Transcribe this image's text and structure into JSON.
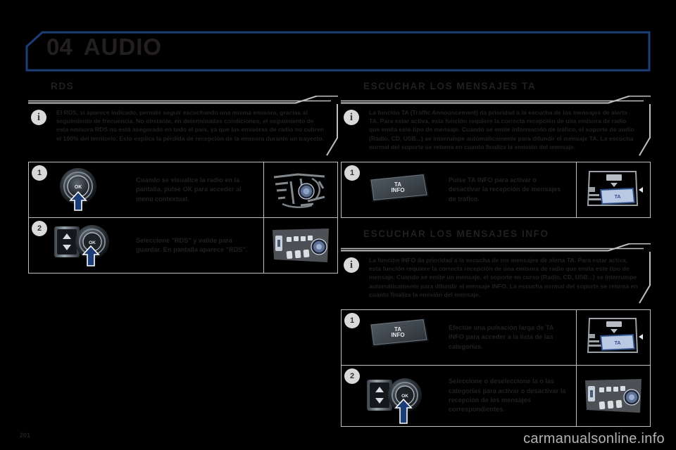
{
  "document": {
    "chapter_number": "04",
    "chapter_title": "AUDIO",
    "page_number": "201",
    "watermark": "carmanualsonline.info",
    "accent_blue": "#1b3e79",
    "rule_gray": "#bfbfbf",
    "text_color": "#231f20"
  },
  "left_column": {
    "sections": [
      {
        "heading": "RDS",
        "note": {
          "icon": "info-icon",
          "text": "El RDS, si aparece indicado, permite seguir escuchando una misma emisora, gracias al seguimiento de frecuencia. No obstante, en determinadas condiciones, el seguimiento de esta emisora RDS no está asegurado en todo el país, ya que las emisoras de radio no cubren el 100% del territorio. Esto explica la pérdida de recepción de la emisora durante un trayecto."
        },
        "steps": [
          {
            "number": "1",
            "control": "ok-rotary-knob",
            "text": "Cuando se visualice la radio en la pantalla, pulse OK para acceder al menú contextual.",
            "thumbnail": "dashboard-knob-thumbnail"
          },
          {
            "number": "2",
            "control": "up-down-rocker-and-ok-knob",
            "text": "Seleccione \"RDS\" y valide para guardar. En pantalla aparece \"RDS\".",
            "thumbnail": "front-panel-knob-thumbnail"
          }
        ]
      }
    ]
  },
  "right_column": {
    "sections": [
      {
        "heading": "ESCUCHAR LOS MENSAJES TA",
        "note": {
          "icon": "info-icon",
          "text": "La función TA (Traffic Announcement) da prioridad a la escucha de los mensajes de alerta TA. Para estar activa, esta función requiere la correcta recepción de una emisora de radio que emita este tipo de mensaje. Cuando se emite información de tráfico, el soporte de audio (Radio, CD, USB...) se interrumpe automáticamente para difundir el mensaje TA. La escucha normal del soporte se retoma en cuanto finaliza la emisión del mensaje."
        },
        "steps": [
          {
            "number": "1",
            "control": "ta-info-button",
            "control_label_top": "TA",
            "control_label_bottom": "INFO",
            "text": "Pulse TA INFO para activar o desactivar la recepción de mensajes de tráfico.",
            "thumbnail": "ta-info-panel-thumbnail"
          }
        ]
      },
      {
        "heading": "ESCUCHAR LOS MENSAJES INFO",
        "note": {
          "icon": "info-icon",
          "text": "La función INFO da prioridad a la escucha de los mensajes de alerta TA. Para estar activa, esta función requiere la correcta recepción de una emisora de radio que emita este tipo de mensaje. Cuando se emite un mensaje, el soporte en curso (Radio, CD, USB...) se interrumpe automáticamente para difundir el mensaje INFO. La escucha normal del soporte se retoma en cuanto finaliza la emisión del mensaje."
        },
        "steps": [
          {
            "number": "1",
            "control": "ta-info-button",
            "control_label_top": "TA",
            "control_label_bottom": "INFO",
            "text": "Efectúe una pulsación larga de TA INFO para acceder a la lista de las categorías.",
            "thumbnail": "ta-info-panel-thumbnail"
          },
          {
            "number": "2",
            "control": "up-down-rocker-and-ok-knob",
            "text": "Seleccione o deseleccione la o las categorías para activar o desactivar la recepción de los mensajes correspondientes.",
            "thumbnail": "front-panel-knob-thumbnail"
          }
        ]
      }
    ]
  }
}
